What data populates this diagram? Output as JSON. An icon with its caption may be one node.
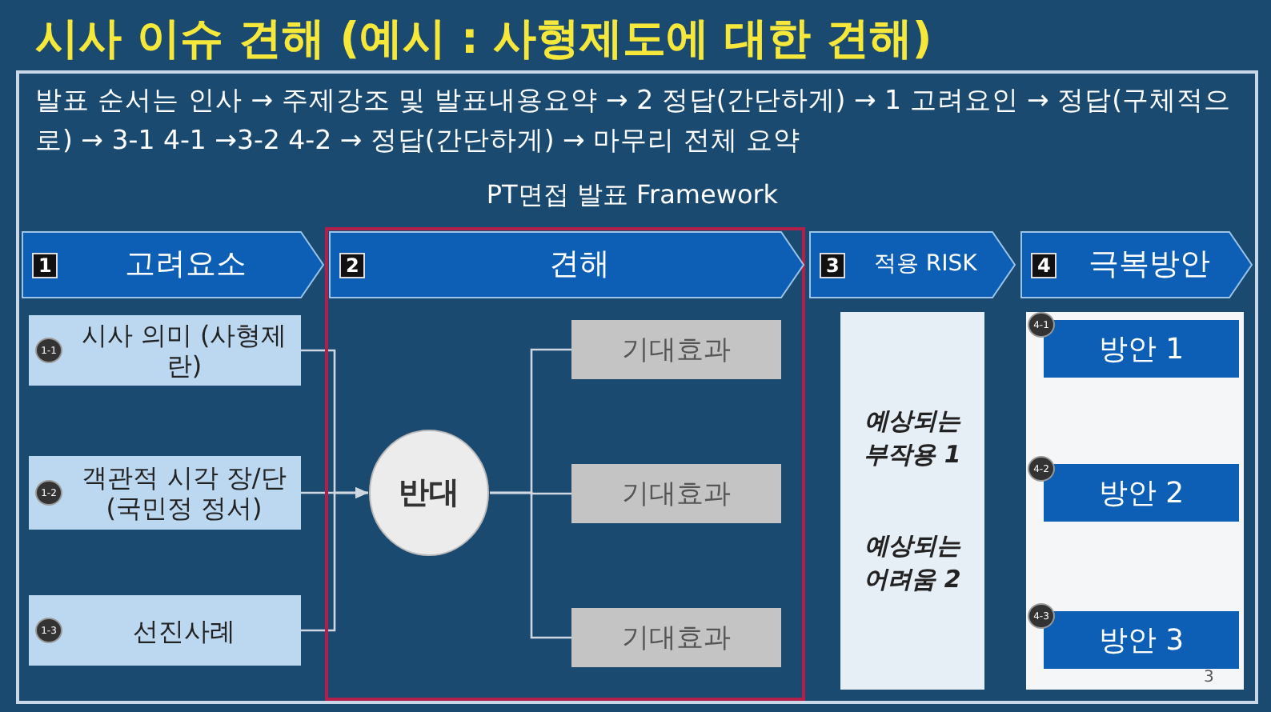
{
  "diagram": {
    "title": "시사 이슈 견해 (예시 : 사형제도에 대한 견해)",
    "nodes": [
      {
        "text": [
          "1",
          "고려요소"
        ]
      },
      {
        "text": [
          "2",
          "견해"
        ]
      },
      {
        "text": [
          "3",
          "적용 RISK"
        ]
      },
      {
        "text": [
          "4",
          "극복방안"
        ]
      },
      {
        "text": [
          "1-1",
          "시사 의미 (사형제란)"
        ]
      },
      {
        "text": [
          "1-2",
          "객관적 시각 장/단 (국민정 정서)"
        ]
      },
      {
        "text": [
          "1-3",
          "선진사례"
        ]
      },
      {
        "text": [
          "반대"
        ]
      },
      {
        "text": [
          "기대효과"
        ]
      },
      {
        "text": [
          "기대효과"
        ]
      },
      {
        "text": [
          "기대효과"
        ]
      },
      {
        "text": [
          "예상되는 부작용 1",
          "예상되는 어려움 2"
        ]
      },
      {
        "text": [],
        "shape": "box"
      },
      {
        "text": [
          "4-1",
          "방안 1"
        ],
        "in": 12
      },
      {
        "text": [
          "4-2",
          "방안 2"
        ],
        "in": 12
      },
      {
        "text": [
          "4-3",
          "방안 3"
        ],
        "in": 12
      }
    ],
    "edges": [
      {
        "from": 4,
        "to": 7,
        "arrow": "to"
      },
      {
        "from": 5,
        "to": 7,
        "arrow": "to"
      },
      {
        "from": 6,
        "to": 7,
        "arrow": "to"
      },
      {
        "from": 7,
        "to": 8,
        "arrow": "none"
      },
      {
        "from": 7,
        "to": 9,
        "arrow": "none"
      },
      {
        "from": 7,
        "to": 10,
        "arrow": "none"
      }
    ],
    "labels": [
      "발표 순서는 인사 → 주제강조 및 발표내용요약 →  2 정답(간단하게) → 1 고려요인 → 정답(구체적으로) → 3-1 4-1 →3-2 4-2  → 정답(간단하게) → 마무리 전체 요약",
      "PT면접 발표 Framework",
      "3"
    ]
  }
}
